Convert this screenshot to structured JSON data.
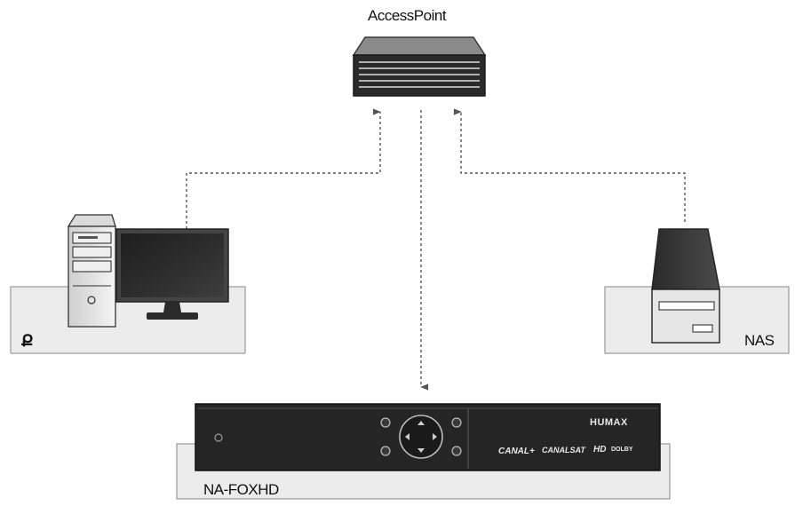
{
  "nodes": {
    "access_point": {
      "label": "AccessPoint"
    },
    "pc": {
      "label": "Ք"
    },
    "nas": {
      "label": "NAS"
    },
    "set_top_box": {
      "label": "NA-FOXHD"
    }
  },
  "device_branding": {
    "manufacturer": "HUMAX",
    "logos": [
      "CANAL+",
      "CANALSAT",
      "HD",
      "DOLBY"
    ]
  },
  "connections": [
    {
      "from": "pc",
      "to": "access_point",
      "style": "dashed",
      "arrow": "to"
    },
    {
      "from": "nas",
      "to": "access_point",
      "style": "dashed",
      "arrow": "to"
    },
    {
      "from": "access_point",
      "to": "set_top_box",
      "style": "dashed",
      "arrow": "to"
    }
  ],
  "colors": {
    "platform_fill": "#ececec",
    "platform_stroke": "#9a9a9a",
    "device_dark": "#2a2a2a",
    "connector": "#555555"
  }
}
